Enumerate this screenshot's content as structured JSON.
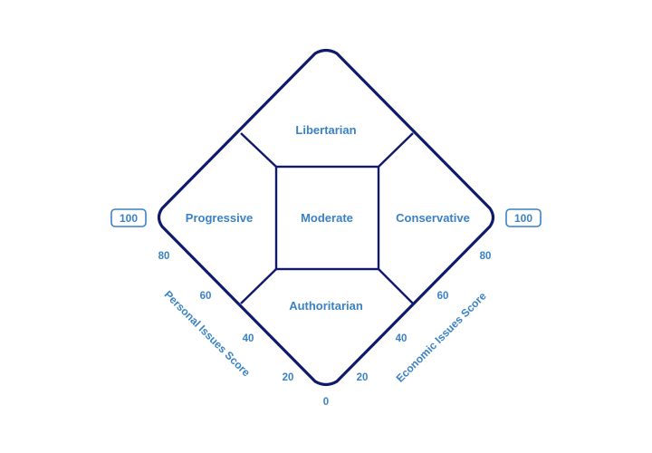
{
  "diagram": {
    "regions": {
      "libertarian": "Libertarian",
      "progressive": "Progressive",
      "moderate": "Moderate",
      "conservative": "Conservative",
      "authoritarian": "Authoritarian"
    },
    "left_cap": "100",
    "right_cap": "100",
    "origin_tick": "0",
    "personal_axis": {
      "title": "Personal Issues Score",
      "ticks": [
        "20",
        "40",
        "60",
        "80"
      ]
    },
    "economic_axis": {
      "title": "Economic Issues Score",
      "ticks": [
        "20",
        "40",
        "60",
        "80"
      ]
    }
  },
  "colors": {
    "outline": "#101a6b",
    "label": "#3a82c4"
  }
}
